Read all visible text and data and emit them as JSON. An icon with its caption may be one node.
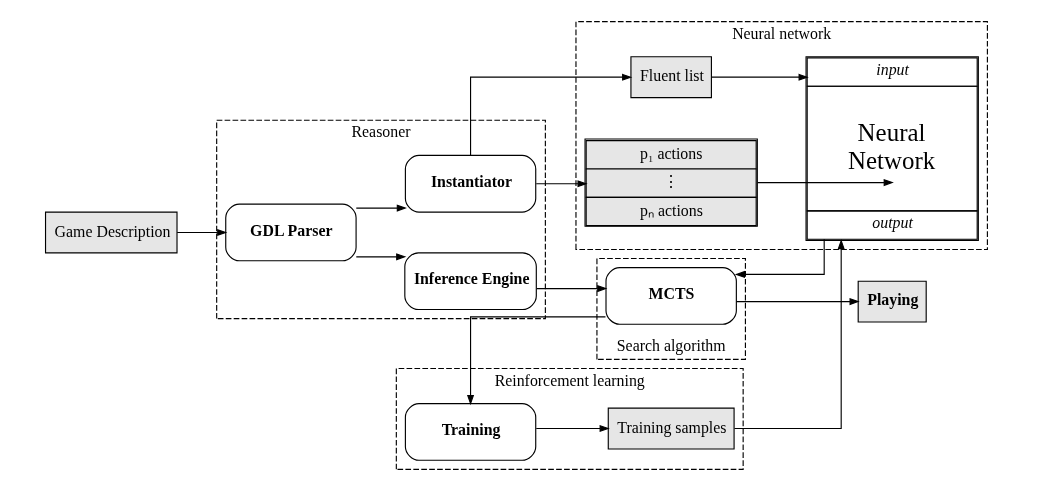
{
  "diagram": {
    "nodes": [
      {
        "text": [
          "Game Description"
        ]
      },
      {
        "text": [
          "Reasoner"
        ]
      },
      {
        "text": [
          "GDL Parser"
        ],
        "in": 1
      },
      {
        "text": [
          "Instantiator"
        ],
        "in": 1
      },
      {
        "text": [
          "Inference Engine"
        ],
        "in": 1
      },
      {
        "text": [
          "Neural network"
        ]
      },
      {
        "text": [
          "Fluent list"
        ],
        "in": 5
      },
      {
        "text": [
          "p₁ actions",
          "⋮",
          "pₙ actions"
        ],
        "in": 5
      },
      {
        "text": [
          "input",
          "Neural Network",
          "output"
        ],
        "in": 5
      },
      {
        "text": [
          "Search algorithm"
        ]
      },
      {
        "text": [
          "MCTS"
        ],
        "in": 9
      },
      {
        "text": [
          "Playing"
        ]
      },
      {
        "text": [
          "Reinforcement learning"
        ]
      },
      {
        "text": [
          "Training"
        ],
        "in": 12
      },
      {
        "text": [
          "Training samples"
        ],
        "in": 12
      }
    ],
    "edges": [
      {
        "from": 0,
        "to": 2,
        "arrow": "to"
      },
      {
        "from": 2,
        "to": 3,
        "arrow": "to"
      },
      {
        "from": 2,
        "to": 4,
        "arrow": "to"
      },
      {
        "from": 3,
        "to": 6,
        "arrow": "to"
      },
      {
        "from": 3,
        "to": 7,
        "arrow": "to"
      },
      {
        "from": 6,
        "to": 8,
        "arrow": "to"
      },
      {
        "from": 7,
        "to": 8,
        "arrow": "to"
      },
      {
        "from": 8,
        "to": 10,
        "arrow": "to"
      },
      {
        "from": 4,
        "to": 10,
        "arrow": "to"
      },
      {
        "from": 10,
        "to": 11,
        "arrow": "to"
      },
      {
        "from": 10,
        "to": 13,
        "arrow": "to"
      },
      {
        "from": 13,
        "to": 14,
        "arrow": "to"
      },
      {
        "from": 14,
        "to": 8,
        "arrow": "to"
      }
    ]
  }
}
